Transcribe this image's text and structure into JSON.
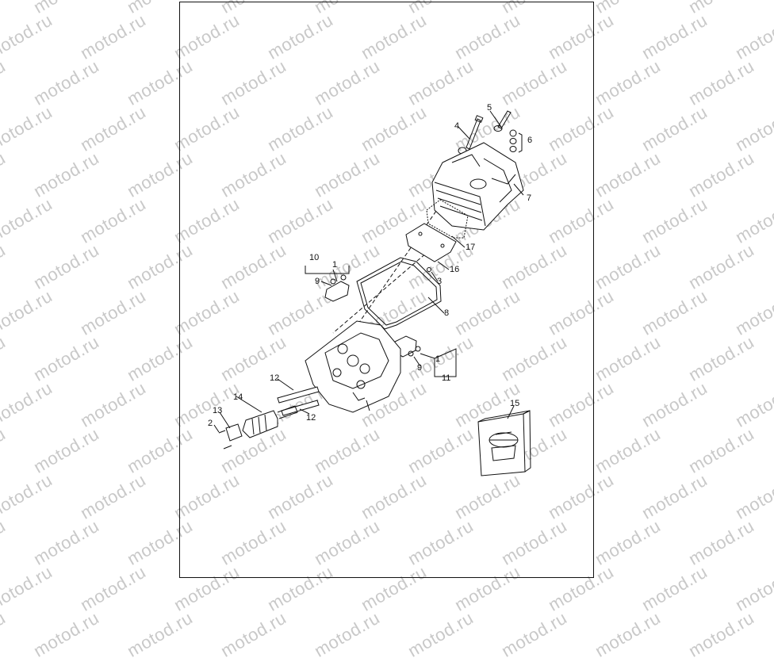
{
  "watermark_text": "motod.ru",
  "callouts": {
    "c1a": "1",
    "c1b": "1",
    "c2": "2",
    "c3": "3",
    "c4": "4",
    "c5": "5",
    "c6": "6",
    "c7": "7",
    "c8": "8",
    "c9a": "9",
    "c9b": "9",
    "c10": "10",
    "c11": "11",
    "c12a": "12",
    "c12b": "12",
    "c13": "13",
    "c14": "14",
    "c15": "15",
    "c16": "16",
    "c17": "17"
  }
}
